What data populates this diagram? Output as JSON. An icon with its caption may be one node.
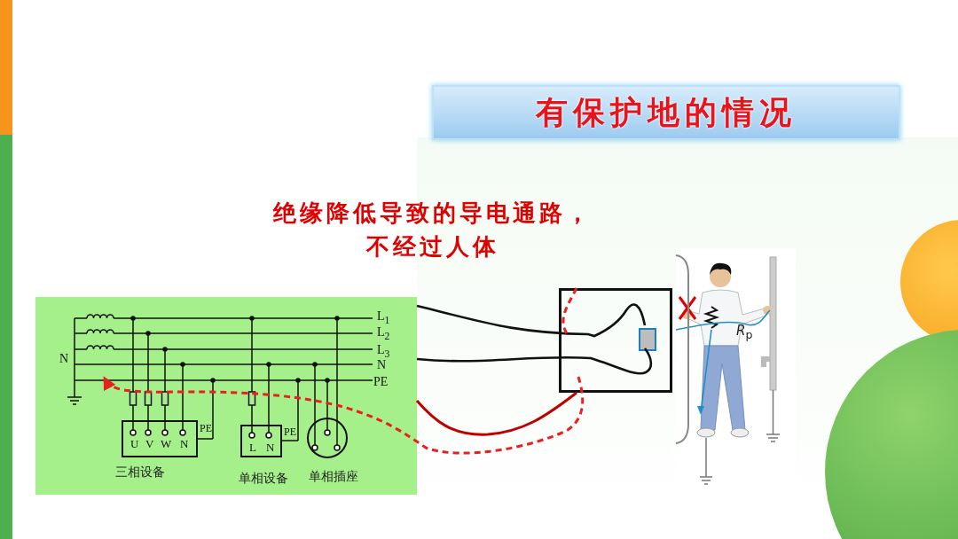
{
  "diagram": {
    "nodes": [
      {
        "text": [
          "有保护地的情况"
        ]
      },
      {
        "text": [],
        "shape": "box"
      },
      {
        "text": [
          "U",
          "V",
          "W",
          "N",
          "三相设备"
        ],
        "in": 1
      },
      {
        "text": [
          "L",
          "N",
          "单相设备"
        ],
        "in": 1
      },
      {
        "text": [
          "单相插座"
        ],
        "in": 1
      },
      {
        "text": [],
        "shape": "box"
      },
      {
        "text": [],
        "shape": "box",
        "in": 5
      },
      {
        "text": [],
        "shape": "person"
      }
    ],
    "edges": [
      {
        "from": 1,
        "to": 6,
        "arrow": "none"
      },
      {
        "from": 1,
        "to": 6,
        "arrow": "none"
      },
      {
        "from": 1,
        "to": 5,
        "arrow": "none",
        "color": "#c00000"
      },
      {
        "from": 5,
        "to": null,
        "arrow": "to",
        "style": "dashed",
        "color": "#e82020"
      }
    ],
    "labels": [
      "绝缘降低导致的导电通路，不经过人体",
      "N",
      "L$_{1}$",
      "L$_{2}$",
      "L$_{3}$",
      "N",
      "PE",
      "PE",
      "PE",
      "*R*$_{p}$"
    ]
  }
}
